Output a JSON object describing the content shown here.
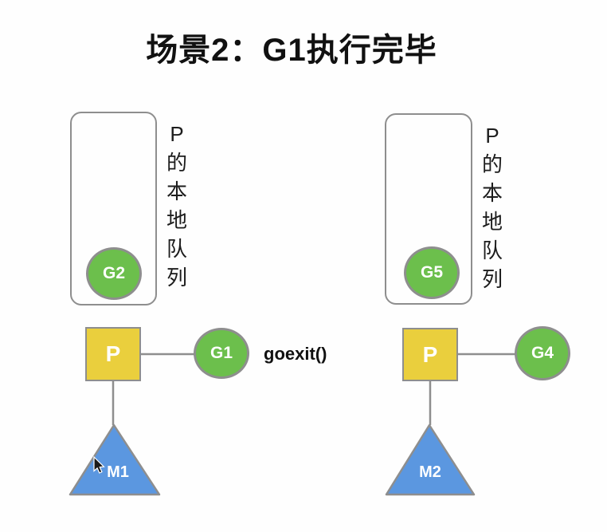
{
  "title": "场景2：G1执行完毕",
  "left": {
    "queue_label": "P的本地队列",
    "queued_goroutine": "G2",
    "processor_label": "P",
    "running_goroutine": "G1",
    "annotation": "goexit()",
    "thread_label": "M1"
  },
  "right": {
    "queue_label": "P的本地队列",
    "queued_goroutine": "G5",
    "processor_label": "P",
    "running_goroutine": "G4",
    "thread_label": "M2"
  },
  "icons": {
    "cursor_icon": "arrow-pointer"
  },
  "colors": {
    "green": "#6CBF4C",
    "yellow": "#EACF3D",
    "blue": "#5B97E0",
    "border": "#8E8E8E",
    "line": "#8E8E8E"
  }
}
